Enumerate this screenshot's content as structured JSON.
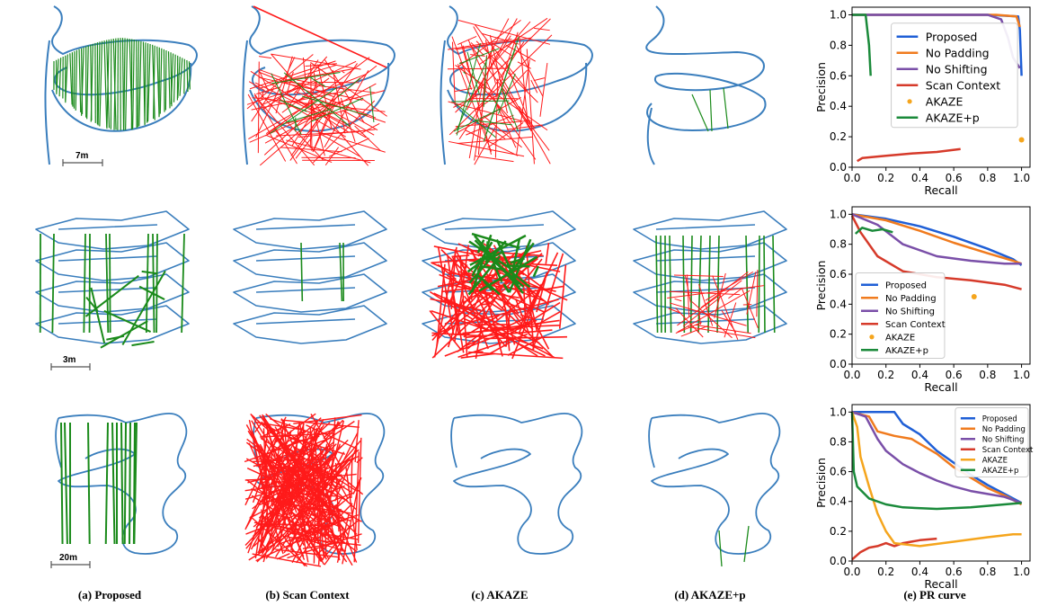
{
  "captions": [
    "(a) Proposed",
    "(b) Scan Context",
    "(c) AKAZE",
    "(d) AKAZE+p",
    "(e) PR curve"
  ],
  "scale_bars": [
    "7m",
    "3m",
    "20m"
  ],
  "colors": {
    "trajectory": "#3a7ebd",
    "match_true": "#1a8a1a",
    "match_false": "#ff1a1a",
    "Proposed": "#1f5fd6",
    "No Padding": "#f07b1e",
    "No Shifting": "#7a4fa8",
    "Scan Context": "#d63a2a",
    "AKAZE": "#f5a51d",
    "AKAZE+p": "#1a8a3a"
  },
  "chart_data": [
    {
      "type": "line",
      "xlabel": "Recall",
      "ylabel": "Precision",
      "xlim": [
        0,
        1.05
      ],
      "ylim": [
        0,
        1.05
      ],
      "xticks": [
        "0.0",
        "0.2",
        "0.4",
        "0.6",
        "0.8",
        "1.0"
      ],
      "yticks": [
        "0.0",
        "0.2",
        "0.4",
        "0.6",
        "0.8",
        "1.0"
      ],
      "legend": "upper-center",
      "legend_size": "large",
      "series": [
        {
          "name": "Proposed",
          "points": [
            [
              0,
              1
            ],
            [
              0.8,
              1
            ],
            [
              0.98,
              0.99
            ],
            [
              0.99,
              0.9
            ],
            [
              1.0,
              0.6
            ]
          ]
        },
        {
          "name": "No Padding",
          "points": [
            [
              0,
              1
            ],
            [
              0.85,
              1
            ],
            [
              0.97,
              0.99
            ],
            [
              0.99,
              0.92
            ]
          ]
        },
        {
          "name": "No Shifting",
          "points": [
            [
              0,
              1
            ],
            [
              0.8,
              1
            ],
            [
              0.88,
              0.97
            ],
            [
              0.92,
              0.85
            ],
            [
              0.95,
              0.72
            ],
            [
              0.99,
              0.65
            ]
          ]
        },
        {
          "name": "Scan Context",
          "points": [
            [
              0.03,
              0.04
            ],
            [
              0.06,
              0.06
            ],
            [
              0.2,
              0.075
            ],
            [
              0.35,
              0.09
            ],
            [
              0.5,
              0.1
            ],
            [
              0.64,
              0.12
            ]
          ]
        },
        {
          "name": "AKAZE",
          "marker": "point",
          "points": [
            [
              1.0,
              0.18
            ]
          ]
        },
        {
          "name": "AKAZE+p",
          "points": [
            [
              0,
              1
            ],
            [
              0.08,
              1
            ],
            [
              0.1,
              0.8
            ],
            [
              0.11,
              0.6
            ]
          ]
        }
      ]
    },
    {
      "type": "line",
      "xlabel": "Recall",
      "ylabel": "Precision",
      "xlim": [
        0,
        1.05
      ],
      "ylim": [
        0,
        1.05
      ],
      "xticks": [
        "0.0",
        "0.2",
        "0.4",
        "0.6",
        "0.8",
        "1.0"
      ],
      "yticks": [
        "0.0",
        "0.2",
        "0.4",
        "0.6",
        "0.8",
        "1.0"
      ],
      "legend": "lower-left",
      "legend_size": "medium",
      "series": [
        {
          "name": "Proposed",
          "points": [
            [
              0,
              1
            ],
            [
              0.2,
              0.97
            ],
            [
              0.4,
              0.92
            ],
            [
              0.6,
              0.85
            ],
            [
              0.8,
              0.77
            ],
            [
              0.95,
              0.7
            ],
            [
              1.0,
              0.66
            ]
          ]
        },
        {
          "name": "No Padding",
          "points": [
            [
              0,
              1
            ],
            [
              0.2,
              0.96
            ],
            [
              0.4,
              0.89
            ],
            [
              0.6,
              0.81
            ],
            [
              0.8,
              0.74
            ],
            [
              0.95,
              0.69
            ],
            [
              1.0,
              0.67
            ]
          ]
        },
        {
          "name": "No Shifting",
          "points": [
            [
              0,
              1
            ],
            [
              0.15,
              0.93
            ],
            [
              0.3,
              0.8
            ],
            [
              0.5,
              0.72
            ],
            [
              0.7,
              0.69
            ],
            [
              0.9,
              0.67
            ],
            [
              1.0,
              0.67
            ]
          ]
        },
        {
          "name": "Scan Context",
          "points": [
            [
              0,
              0.99
            ],
            [
              0.05,
              0.88
            ],
            [
              0.15,
              0.72
            ],
            [
              0.3,
              0.62
            ],
            [
              0.5,
              0.58
            ],
            [
              0.7,
              0.56
            ],
            [
              0.9,
              0.53
            ],
            [
              1.0,
              0.5
            ]
          ]
        },
        {
          "name": "AKAZE",
          "marker": "point",
          "points": [
            [
              0.72,
              0.45
            ]
          ]
        },
        {
          "name": "AKAZE+p",
          "points": [
            [
              0.02,
              0.87
            ],
            [
              0.06,
              0.91
            ],
            [
              0.12,
              0.89
            ],
            [
              0.18,
              0.9
            ],
            [
              0.24,
              0.88
            ]
          ]
        }
      ]
    },
    {
      "type": "line",
      "xlabel": "Recall",
      "ylabel": "Precision",
      "xlim": [
        0,
        1.05
      ],
      "ylim": [
        0,
        1.05
      ],
      "xticks": [
        "0.0",
        "0.2",
        "0.4",
        "0.6",
        "0.8",
        "1.0"
      ],
      "yticks": [
        "0.0",
        "0.2",
        "0.4",
        "0.6",
        "0.8",
        "1.0"
      ],
      "legend": "upper-right",
      "legend_size": "small",
      "series": [
        {
          "name": "Proposed",
          "points": [
            [
              0,
              1
            ],
            [
              0.25,
              1
            ],
            [
              0.3,
              0.92
            ],
            [
              0.4,
              0.85
            ],
            [
              0.5,
              0.74
            ],
            [
              0.6,
              0.66
            ],
            [
              0.7,
              0.58
            ],
            [
              0.8,
              0.51
            ],
            [
              0.9,
              0.45
            ],
            [
              1.0,
              0.39
            ]
          ]
        },
        {
          "name": "No Padding",
          "points": [
            [
              0,
              1
            ],
            [
              0.1,
              0.97
            ],
            [
              0.15,
              0.87
            ],
            [
              0.25,
              0.84
            ],
            [
              0.35,
              0.82
            ],
            [
              0.5,
              0.72
            ],
            [
              0.6,
              0.63
            ],
            [
              0.7,
              0.56
            ],
            [
              0.8,
              0.49
            ],
            [
              0.9,
              0.44
            ],
            [
              1.0,
              0.38
            ]
          ]
        },
        {
          "name": "No Shifting",
          "points": [
            [
              0,
              1
            ],
            [
              0.08,
              0.97
            ],
            [
              0.15,
              0.82
            ],
            [
              0.2,
              0.74
            ],
            [
              0.3,
              0.65
            ],
            [
              0.4,
              0.59
            ],
            [
              0.5,
              0.54
            ],
            [
              0.6,
              0.5
            ],
            [
              0.7,
              0.47
            ],
            [
              0.8,
              0.45
            ],
            [
              0.9,
              0.43
            ],
            [
              1.0,
              0.39
            ]
          ]
        },
        {
          "name": "Scan Context",
          "points": [
            [
              0,
              0.01
            ],
            [
              0.05,
              0.06
            ],
            [
              0.1,
              0.09
            ],
            [
              0.15,
              0.1
            ],
            [
              0.2,
              0.12
            ],
            [
              0.25,
              0.1
            ],
            [
              0.3,
              0.12
            ],
            [
              0.4,
              0.14
            ],
            [
              0.5,
              0.15
            ]
          ]
        },
        {
          "name": "AKAZE",
          "points": [
            [
              0,
              1
            ],
            [
              0.03,
              0.9
            ],
            [
              0.05,
              0.7
            ],
            [
              0.1,
              0.5
            ],
            [
              0.15,
              0.32
            ],
            [
              0.2,
              0.2
            ],
            [
              0.25,
              0.12
            ],
            [
              0.4,
              0.1
            ],
            [
              0.6,
              0.13
            ],
            [
              0.8,
              0.16
            ],
            [
              0.95,
              0.18
            ],
            [
              1.0,
              0.18
            ]
          ]
        },
        {
          "name": "AKAZE+p",
          "points": [
            [
              0,
              1
            ],
            [
              0.01,
              0.6
            ],
            [
              0.03,
              0.5
            ],
            [
              0.1,
              0.42
            ],
            [
              0.2,
              0.38
            ],
            [
              0.3,
              0.36
            ],
            [
              0.5,
              0.35
            ],
            [
              0.7,
              0.36
            ],
            [
              0.9,
              0.38
            ],
            [
              1.0,
              0.39
            ]
          ]
        }
      ]
    }
  ]
}
